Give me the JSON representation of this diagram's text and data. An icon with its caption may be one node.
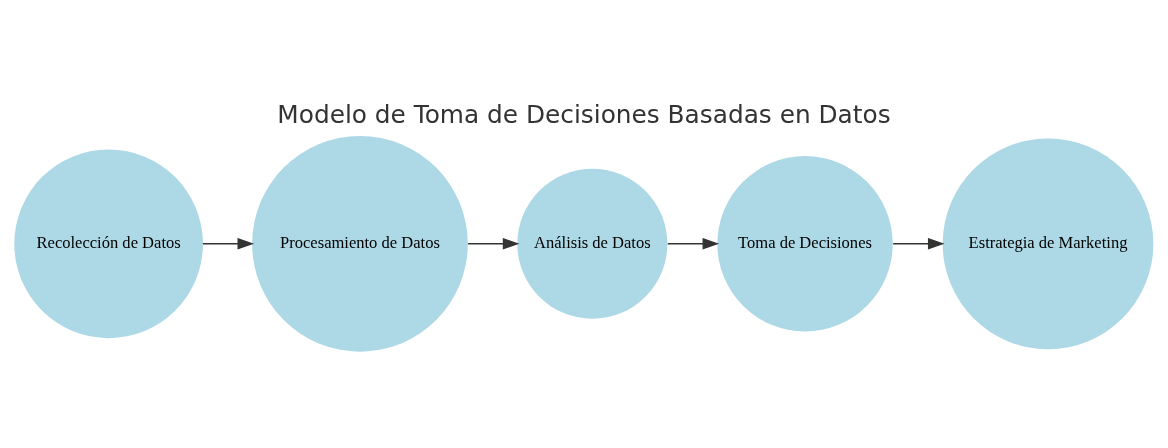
{
  "diagram": {
    "title": "Modelo de Toma de Decisiones Basadas en Datos",
    "nodes": [
      {
        "text": [
          "Recolección de Datos"
        ]
      },
      {
        "text": [
          "Procesamiento de Datos"
        ]
      },
      {
        "text": [
          "Análisis de Datos"
        ]
      },
      {
        "text": [
          "Toma de Decisiones"
        ]
      },
      {
        "text": [
          "Estrategia de Marketing"
        ]
      }
    ],
    "edges": [
      {
        "from": 0,
        "to": 1,
        "arrow": "to"
      },
      {
        "from": 1,
        "to": 2,
        "arrow": "to"
      },
      {
        "from": 2,
        "to": 3,
        "arrow": "to"
      },
      {
        "from": 3,
        "to": 4,
        "arrow": "to"
      }
    ]
  }
}
